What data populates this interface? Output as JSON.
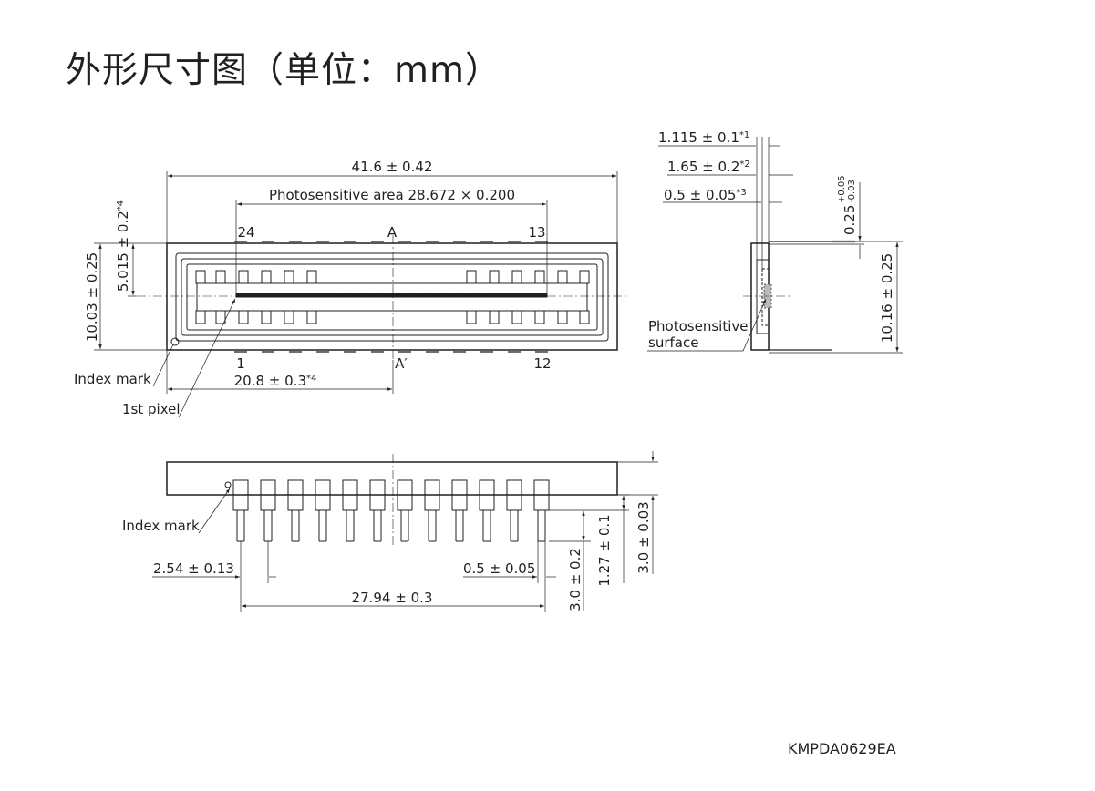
{
  "title": "外形尺寸图（单位：mm）",
  "drawing_code": "KMPDA0629EA",
  "top_view": {
    "overall_width": "41.6 ± 0.42",
    "photosensitive_area": "Photosensitive area 28.672 × 0.200",
    "height_dim": "10.03 ± 0.25",
    "center_dim": "5.015 ± 0.2",
    "center_dim_note": "*4",
    "offset_dim": "20.8 ± 0.3",
    "offset_dim_note": "*4",
    "pin_24": "24",
    "pin_13": "13",
    "pin_1": "1",
    "pin_12": "12",
    "section_a": "A",
    "section_a_prime": "A′",
    "index_mark": "Index mark",
    "first_pixel": "1st pixel"
  },
  "side_view": {
    "dim_1": "1.115 ± 0.1",
    "dim_1_note": "*1",
    "dim_2": "1.65 ± 0.2",
    "dim_2_note": "*2",
    "dim_3": "0.5 ± 0.05",
    "dim_3_note": "*3",
    "lead_thk": "0.25",
    "lead_thk_plus": "+0.05",
    "lead_thk_minus": "-0.03",
    "height_dim": "10.16 ± 0.25",
    "photosensitive_surface_1": "Photosensitive",
    "photosensitive_surface_2": "surface"
  },
  "front_view": {
    "index_mark": "Index mark",
    "pitch": "2.54 ± 0.13",
    "lead_width": "0.5 ± 0.05",
    "span": "27.94 ± 0.3",
    "lead_len": "3.0 ± 0.2",
    "seat": "1.27 ± 0.1",
    "body_thk": "3.0 ± 0.03"
  }
}
